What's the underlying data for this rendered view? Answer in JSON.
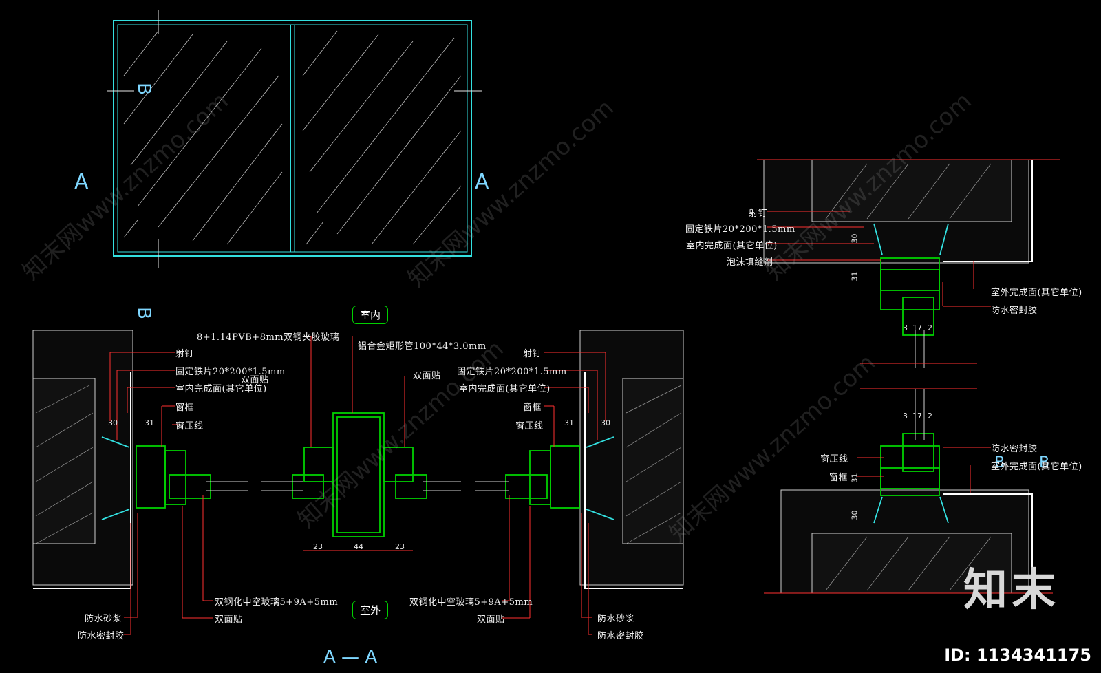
{
  "section_letters": {
    "a_left": "A",
    "a_right": "A",
    "b_top": "B",
    "b_mid": "B",
    "section_title": "A — A",
    "b_right1": "B",
    "b_right2": "B"
  },
  "boxes": {
    "indoor": "室内",
    "outdoor": "室外"
  },
  "left_labels": {
    "nail": "射钉",
    "plate": "固定铁片20*200*1.5mm",
    "tape": "双面贴",
    "finish": "室内完成面(其它单位)",
    "frame": "窗框",
    "bead": "窗压线",
    "mortar": "防水砂浆",
    "sealant": "防水密封胶",
    "glass": "双钢化中空玻璃5+9A+5mm",
    "tape2": "双面贴"
  },
  "center_labels": {
    "laminated": "8+1.14PVB+8mm双钢夹胶玻璃",
    "tube": "铝合金矩形管100*44*3.0mm",
    "tape": "双面贴"
  },
  "right_labels": {
    "nail": "射钉",
    "plate": "固定铁片20*200*1.5mm",
    "finish": "室内完成面(其它单位)",
    "frame": "窗框",
    "bead": "窗压线",
    "glass": "双钢化中空玻璃5+9A+5mm",
    "tape": "双面贴",
    "mortar": "防水砂浆",
    "sealant": "防水密封胶"
  },
  "vertical_labels": {
    "nail": "射钉",
    "plate": "固定铁片20*200*1.5mm",
    "finish": "室内完成面(其它单位)",
    "foam": "泡沫填缝剂",
    "outer_finish": "室外完成面(其它单位)",
    "sealant": "防水密封胶",
    "sealant2": "防水密封胶",
    "outer_finish2": "室外完成面(其它单位)",
    "bead": "窗压线",
    "frame": "窗框"
  },
  "dims": {
    "d30a": "30",
    "d31a": "31",
    "d30b": "30",
    "d31b": "31",
    "d23a": "23",
    "d44": "44",
    "d23b": "23",
    "v30a": "30",
    "v31a": "31",
    "v31b": "31",
    "v30b": "30",
    "g3a": "3",
    "g17a": "17",
    "g2a": "2",
    "g3b": "3",
    "g17b": "17",
    "g2b": "2"
  },
  "watermarks": [
    "知末网www.znzmo.com",
    "知末网www.znzmo.com",
    "知末网www.znzmo.com",
    "知末网www.znzmo.com",
    "知末网www.znzmo.com"
  ],
  "brand": {
    "logo": "知末",
    "id": "ID: 1134341175"
  },
  "colors": {
    "background": "#000000",
    "frame_green": "#00d000",
    "cyan": "#33e0e0",
    "red": "#ff3030",
    "hatch": "#c8c8c8",
    "label": "#f2f2f2"
  }
}
